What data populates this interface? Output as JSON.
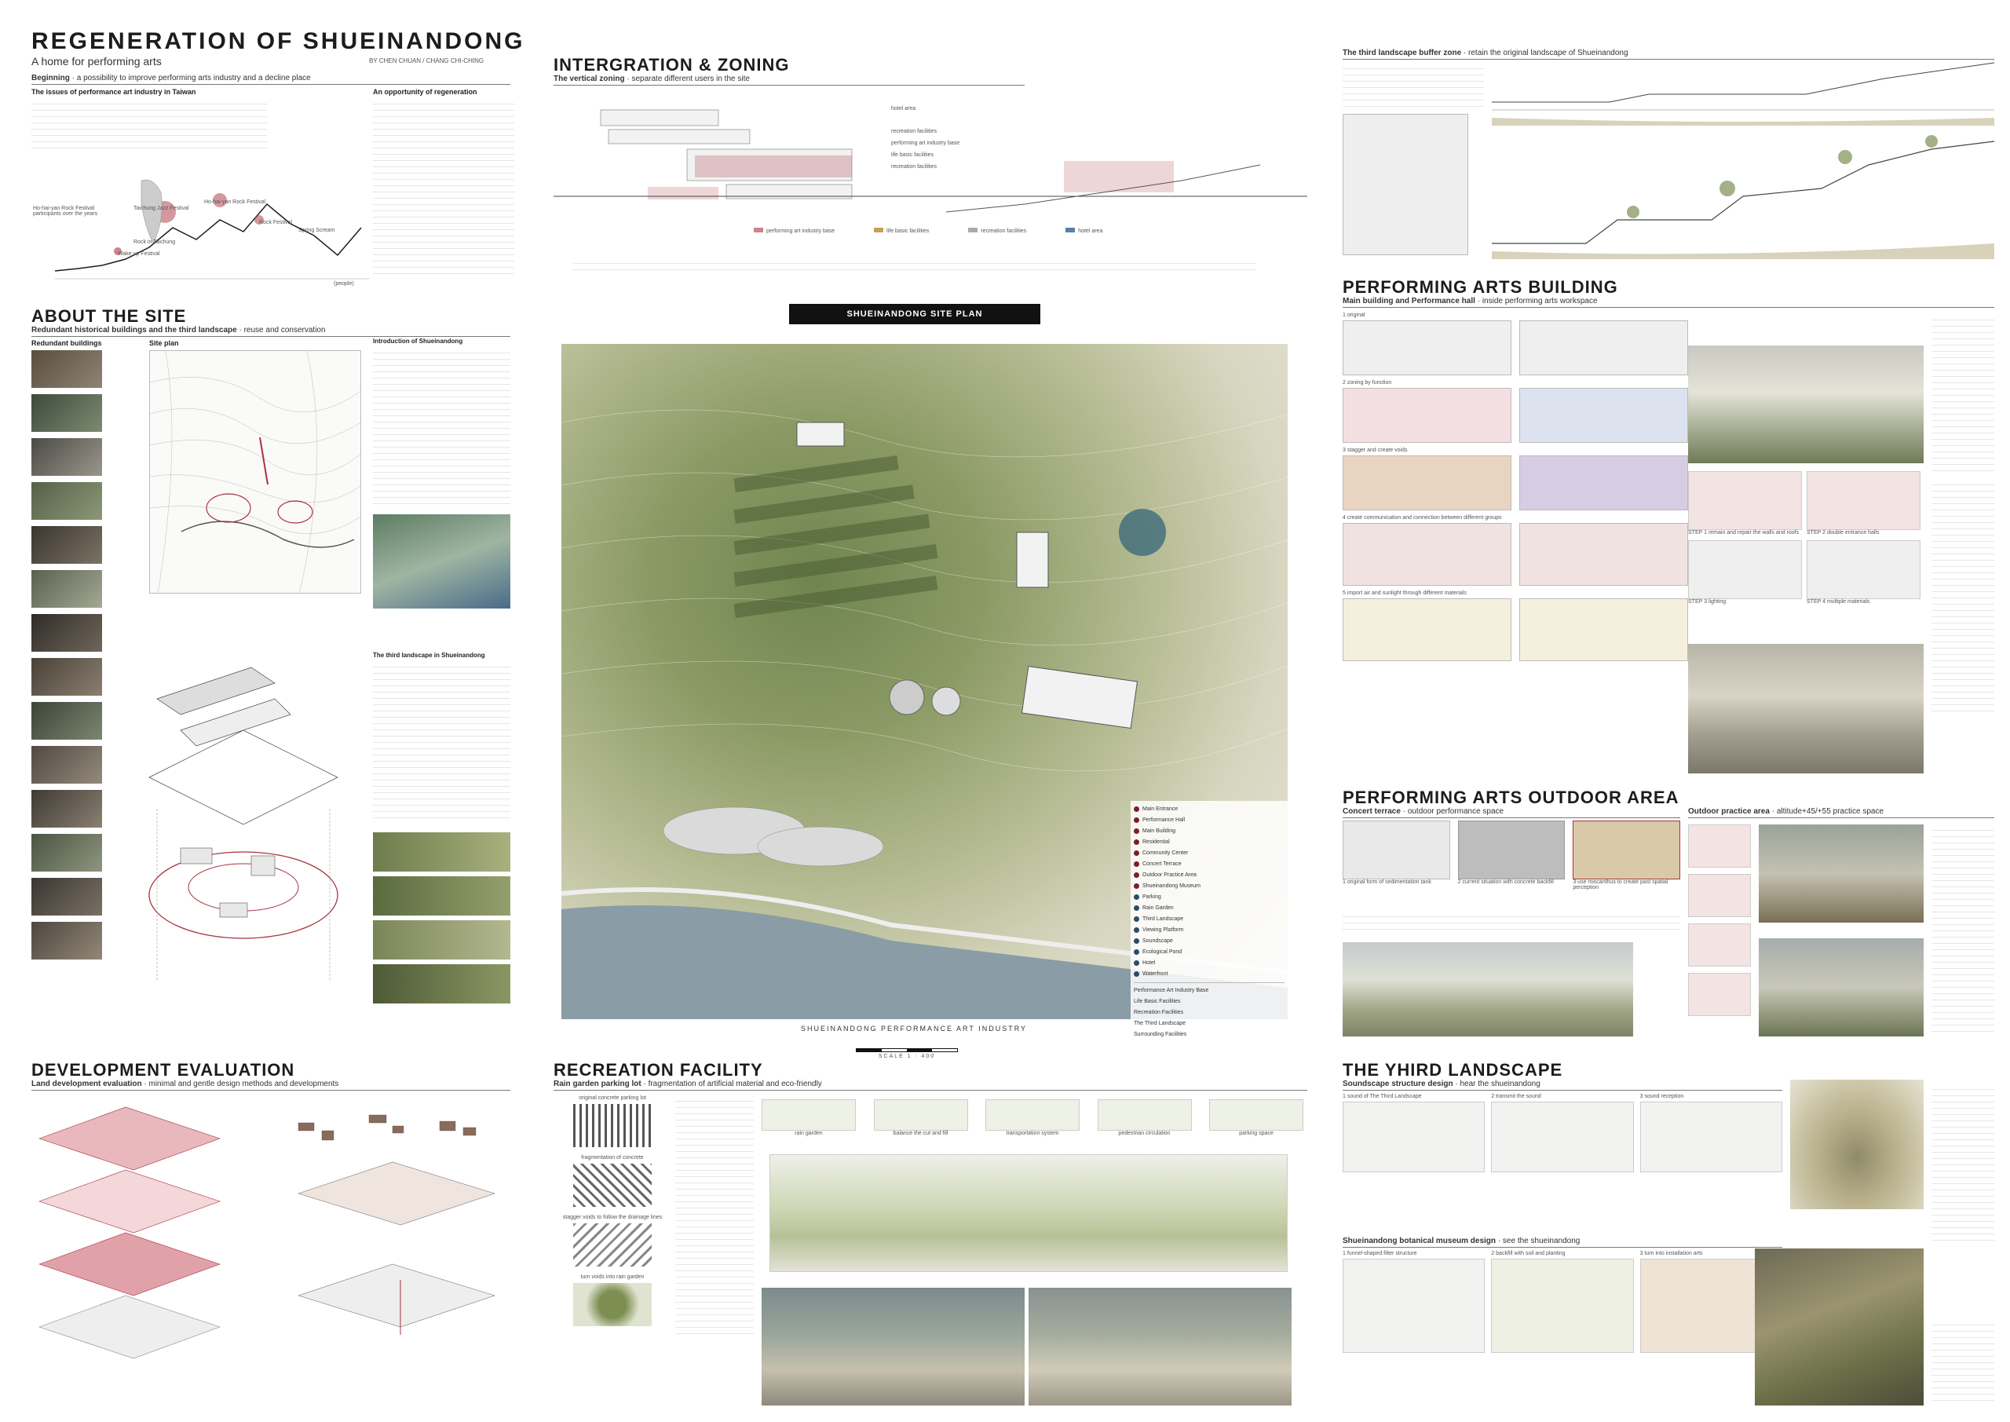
{
  "header": {
    "title": "REGENERATION OF SHUEINANDONG",
    "subtitle": "A home for performing arts",
    "authors": "BY   CHEN CHUAN / CHANG CHI-CHING"
  },
  "beginning": {
    "label": "Beginning",
    "caption": "a possibility to improve performing arts industry and a decline place",
    "issue_title": "The issues of performance art industry in Taiwan",
    "opportunity_title": "An opportunity of regeneration",
    "chart": {
      "legend_1": "Ho-hai-yan Rock Festival participants over the years",
      "ann_1": "Taichung Jazz Festival",
      "ann_2": "Ho-hai-yan Rock Festival",
      "ann_3": "Rock in Taichung",
      "ann_4": "Wake up Festival",
      "ann_5": "Rock Festival",
      "ann_6": "Spring Scream",
      "xlabel": "(people)"
    }
  },
  "sections": {
    "about": "ABOUT THE SITE",
    "about_sub": "Redundant historical buildings and the third landscape",
    "about_sub2": "reuse and conservation",
    "redundant": "Redundant buildings",
    "site_plan": "Site plan",
    "intro_title": "Introduction of Shueinandong",
    "third_title": "The third landscape in Shueinandong",
    "integration": "INTERGRATION & ZONING",
    "vertical": "The vertical zoning",
    "vertical_sub": "separate different users in the site",
    "buffer": "The third landscape buffer zone",
    "buffer_sub": "retain the original landscape of Shueinandong",
    "site_plan_banner": "SHUEINANDONG SITE PLAN",
    "site_plan_caption": "SHUEINANDONG PERFORMANCE ART INDUSTRY",
    "scale": "SCALE  1 : 400",
    "pab": "PERFORMING ARTS BUILDING",
    "pab_sub": "Main building and Performance hall",
    "pab_sub2": "inside performing arts workspace",
    "outdoor": "PERFORMING ARTS OUTDOOR AREA",
    "concert": "Concert terrace",
    "concert_sub": "outdoor performance space",
    "practice": "Outdoor practice area",
    "practice_sub": "altitude+45/+55 practice space",
    "dev": "DEVELOPMENT EVALUATION",
    "dev_sub": "Land development evaluation",
    "dev_sub2": "minimal and gentle design methods and developments",
    "rec": "RECREATION FACILITY",
    "rec_sub": "Rain garden parking lot",
    "rec_sub2": "fragmentation of artificial material and eco-friendly",
    "third": "THE YHIRD LANDSCAPE",
    "sound": "Soundscape structure design",
    "sound_sub": "hear the shueinandong",
    "museum": "Shueinandong botanical museum design",
    "museum_sub": "see the shueinandong"
  },
  "zoning_legend": [
    "performing art industry base",
    "life basic facilities",
    "recreation facilities",
    "hotel area"
  ],
  "zoning_levels": [
    "hotel area",
    "recreation facilities",
    "performing art industry base",
    "life basic facilities",
    "recreation facilities"
  ],
  "rec_steps": [
    "original concrete parking lot",
    "fragmentation of concrete",
    "stagger voids to follow the drainage lines",
    "turn voids into rain garden"
  ],
  "rec_diagrams": [
    "rain garden",
    "balance the cut and fill",
    "transportation system",
    "pedestrian circulation",
    "parking space"
  ],
  "pab_steps": [
    "1 original",
    "2 zoning by function",
    "3 stagger and create voids",
    "4 create communication and connection between different groups",
    "5 import air and sunlight through different materials"
  ],
  "pab_steps_right": [
    "STEP 1 remain and repair the walls and roofs",
    "STEP 2 double entrance halls",
    "STEP 3 lighting",
    "STEP 4 multiple materials"
  ],
  "outdoor_steps": [
    "1 original form of sedimentation tank",
    "2 current situation with concrete backfill",
    "3 use miscanthus to create past spatial perception"
  ],
  "sound_steps": [
    "1 sound of The Third Landscape",
    "2 transmit the sound",
    "3 sound reception"
  ],
  "museum_steps": [
    "1 funnel-shaped filter structure",
    "2 backfill with soil and planting",
    "3 turn into installation arts"
  ],
  "site_legend": [
    "Main Entrance",
    "Performance Hall",
    "Main Building",
    "Residential",
    "Community Center",
    "Concert Terrace",
    "Outdoor Practice Area",
    "Shueinandong Museum",
    "Parking",
    "Rain Garden",
    "Third Landscape",
    "Viewing Platform",
    "Soundscape",
    "Ecological Pond",
    "Hotel",
    "Waterfront"
  ],
  "site_legend_groups": [
    "Performance Art Industry Base",
    "Life Basic Facilities",
    "Recreation Facilities",
    "The Third Landscape",
    "Surrounding Facilities"
  ],
  "colors": {
    "accent_red": "#a8323e",
    "dark": "#1c1c1c",
    "banner": "#111111",
    "green": "#7d8e52"
  }
}
